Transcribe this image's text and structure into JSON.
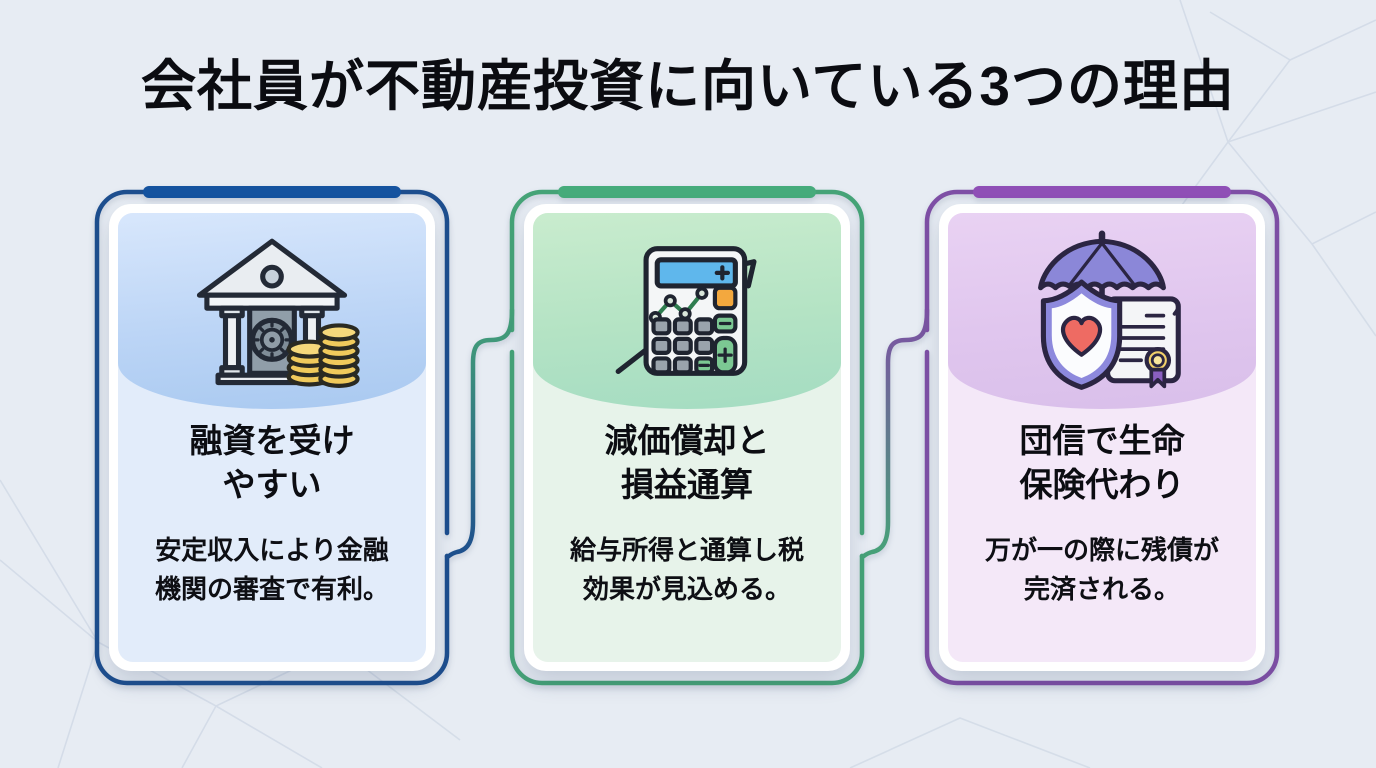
{
  "page": {
    "title": "会社員が不動産投資に向いている3つの理由",
    "background_color": "#e7ecf3"
  },
  "cards": [
    {
      "id": "financing",
      "theme": "blue",
      "accent_color": "#1d4e8e",
      "cap_color": "#15539f",
      "icon": "bank-coins-icon",
      "title_line1": "融資を受け",
      "title_line2": "やすい",
      "desc_line1": "安定収入により金融",
      "desc_line2": "機関の審査で有利。"
    },
    {
      "id": "depreciation",
      "theme": "green",
      "accent_color": "#45a377",
      "cap_color": "#46ab7b",
      "icon": "calculator-growth-icon",
      "title_line1": "減価償却と",
      "title_line2": "損益通算",
      "desc_line1": "給与所得と通算し税",
      "desc_line2": "効果が見込める。"
    },
    {
      "id": "group-credit-insurance",
      "theme": "purple",
      "accent_color": "#7e4fa5",
      "cap_color": "#8f4fb6",
      "icon": "umbrella-shield-certificate-icon",
      "title_line1": "団信で生命",
      "title_line2": "保険代わり",
      "desc_line1": "万が一の際に残債が",
      "desc_line2": "完済される。"
    }
  ]
}
